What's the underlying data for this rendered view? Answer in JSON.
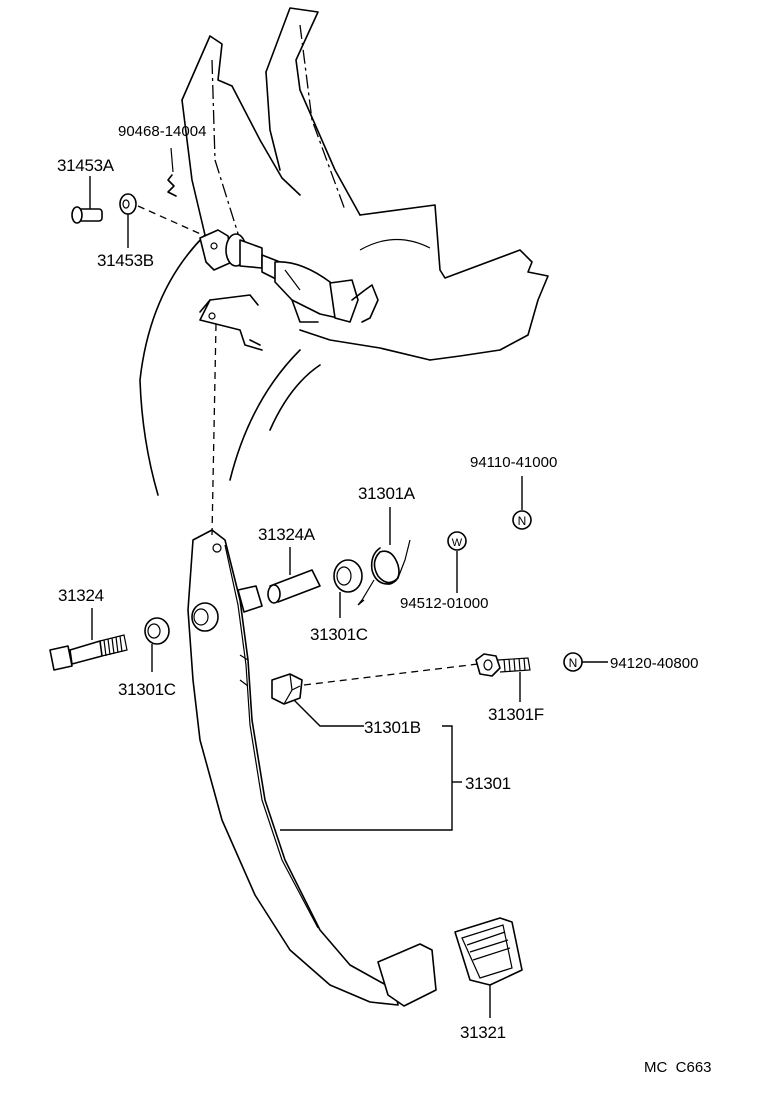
{
  "labels": {
    "p31453A": "31453A",
    "p90468": "90468-14004",
    "p31453B": "31453B",
    "p94110": "94110-41000",
    "p31301A": "31301A",
    "p31324A": "31324A",
    "p94512": "94512-01000",
    "p31324": "31324",
    "p31301C_mid": "31301C",
    "p31301C_left": "31301C",
    "p94120": "94120-40800",
    "p31301F": "31301F",
    "p31301B": "31301B",
    "p31301": "31301",
    "p31321": "31321"
  },
  "symbols": {
    "nut_top": "N",
    "washer": "W",
    "nut_right": "N"
  },
  "footer": {
    "code": "MC  C663"
  }
}
